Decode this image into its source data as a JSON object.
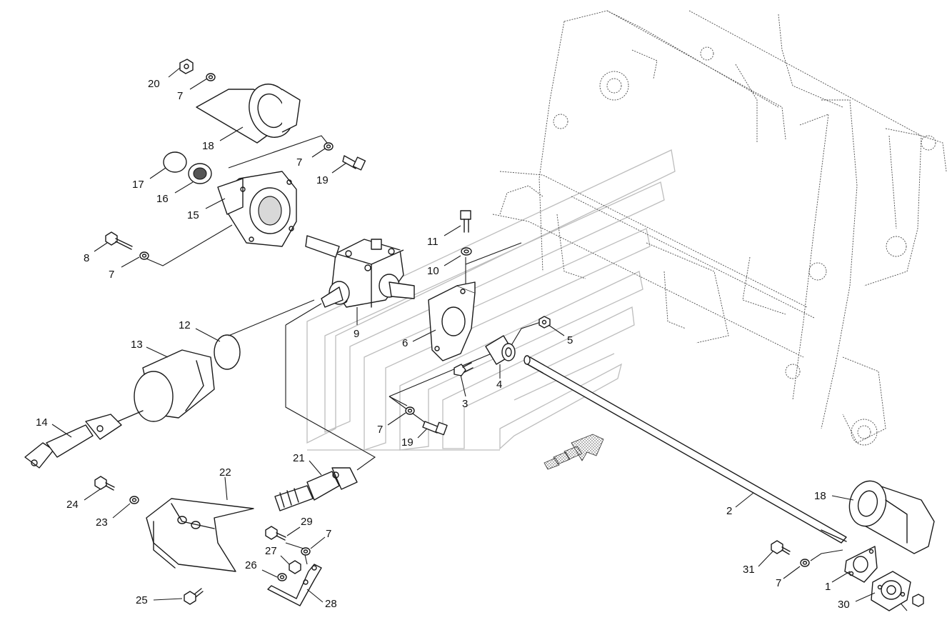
{
  "callouts": [
    {
      "id": "c20",
      "label": "20"
    },
    {
      "id": "c7a",
      "label": "7"
    },
    {
      "id": "c18a",
      "label": "18"
    },
    {
      "id": "c7b",
      "label": "7"
    },
    {
      "id": "c19a",
      "label": "19"
    },
    {
      "id": "c17",
      "label": "17"
    },
    {
      "id": "c16",
      "label": "16"
    },
    {
      "id": "c15",
      "label": "15"
    },
    {
      "id": "c8",
      "label": "8"
    },
    {
      "id": "c7c",
      "label": "7"
    },
    {
      "id": "c11",
      "label": "11"
    },
    {
      "id": "c10",
      "label": "10"
    },
    {
      "id": "c9",
      "label": "9"
    },
    {
      "id": "c6",
      "label": "6"
    },
    {
      "id": "c12",
      "label": "12"
    },
    {
      "id": "c13",
      "label": "13"
    },
    {
      "id": "c5",
      "label": "5"
    },
    {
      "id": "c4",
      "label": "4"
    },
    {
      "id": "c3",
      "label": "3"
    },
    {
      "id": "c14",
      "label": "14"
    },
    {
      "id": "c7d",
      "label": "7"
    },
    {
      "id": "c19b",
      "label": "19"
    },
    {
      "id": "c21",
      "label": "21"
    },
    {
      "id": "c22",
      "label": "22"
    },
    {
      "id": "c24",
      "label": "24"
    },
    {
      "id": "c23",
      "label": "23"
    },
    {
      "id": "c2",
      "label": "2"
    },
    {
      "id": "c18b",
      "label": "18"
    },
    {
      "id": "c29",
      "label": "29"
    },
    {
      "id": "c7e",
      "label": "7"
    },
    {
      "id": "c27",
      "label": "27"
    },
    {
      "id": "c26",
      "label": "26"
    },
    {
      "id": "c25",
      "label": "25"
    },
    {
      "id": "c28",
      "label": "28"
    },
    {
      "id": "c31",
      "label": "31"
    },
    {
      "id": "c7f",
      "label": "7"
    },
    {
      "id": "c1",
      "label": "1"
    },
    {
      "id": "c30",
      "label": "30"
    }
  ]
}
